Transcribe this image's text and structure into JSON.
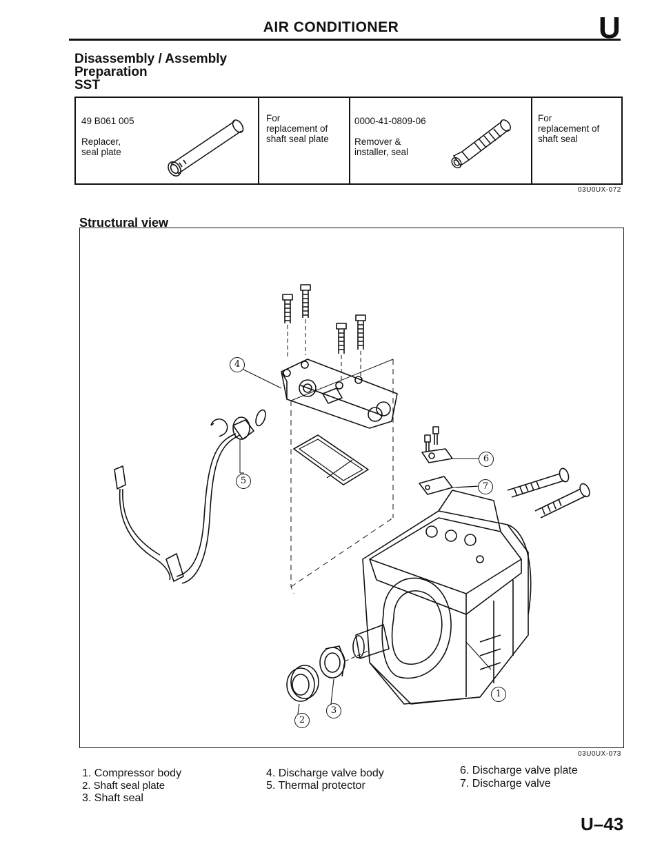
{
  "header": {
    "title": "AIR CONDITIONER",
    "section_letter": "U"
  },
  "headings": {
    "main": "Disassembly / Assembly",
    "sub": "Preparation",
    "sst": "SST"
  },
  "sst": {
    "tools": [
      {
        "part_number": "49 B061 005",
        "name_line1": "Replacer,",
        "name_line2": "seal plate",
        "use_line1": "For",
        "use_line2": "replacement of",
        "use_line3": "shaft seal plate"
      },
      {
        "part_number": "0000-41-0809-06",
        "name_line1": "Remover &",
        "name_line2": "installer, seal",
        "use_line1": "For",
        "use_line2": "replacement of",
        "use_line3": "shaft seal"
      }
    ],
    "figure_code": "03U0UX-072"
  },
  "structural_view": {
    "heading": "Structural view",
    "figure_code": "03U0UX-073",
    "callouts": [
      "1",
      "2",
      "3",
      "4",
      "5",
      "6",
      "7"
    ]
  },
  "legend": {
    "col1": [
      "1. Compressor body",
      "2. Shaft seal plate",
      "3. Shaft seal"
    ],
    "col2": [
      "4. Discharge valve body",
      "5. Thermal protector"
    ],
    "col3": [
      "6. Discharge valve plate",
      "7. Discharge valve"
    ]
  },
  "page_number": "U–43"
}
